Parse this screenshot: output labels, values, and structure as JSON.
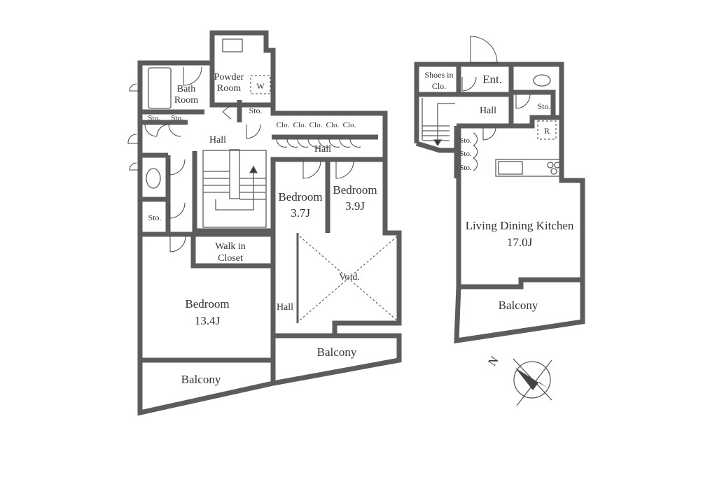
{
  "left_unit": {
    "powder_room": "Powder Room",
    "powder_room_l1": "Powder",
    "powder_room_l2": "Room",
    "washer_mark": "W",
    "bath_room_l1": "Bath",
    "bath_room_l2": "Room",
    "storage": "Sto.",
    "closet": "Clo.",
    "hall": "Hall",
    "bedroom_a": {
      "label": "Bedroom",
      "size": "3.7J"
    },
    "bedroom_b": {
      "label": "Bedroom",
      "size": "3.9J"
    },
    "walk_in_closet_l1": "Walk in",
    "walk_in_closet_l2": "Closet",
    "void": "Void.",
    "master_bedroom": {
      "label": "Bedroom",
      "size": "13.4J"
    },
    "balcony": "Balcony"
  },
  "right_unit": {
    "shoes_l1": "Shoes in",
    "shoes_l2": "Clo.",
    "entrance": "Ent.",
    "hall": "Hall",
    "storage": "Sto.",
    "fridge_mark": "R",
    "ldk": {
      "label": "Living Dining Kitchen",
      "size": "17.0J"
    },
    "balcony": "Balcony"
  },
  "compass": {
    "north": "N"
  },
  "colors": {
    "wall": "#5c5c5c",
    "background": "#ffffff"
  }
}
